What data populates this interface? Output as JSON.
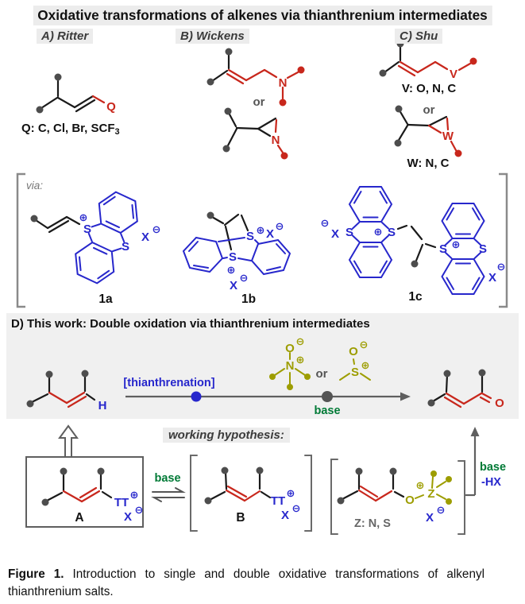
{
  "figure": {
    "title": "Oxidative transformations of alkenes via thianthrenium intermediates",
    "caption_label": "Figure 1.",
    "caption_text": " Introduction to single and double oxidative transformations of alkenyl thianthrenium salts."
  },
  "panels": {
    "a_label": "A) Ritter",
    "b_label": "B) Wickens",
    "c_label": "C) Shu",
    "d_header": "D) This work: Double oxidation via thianthrenium intermediates",
    "via_label": "via:",
    "hypothesis_label": "working hypothesis:"
  },
  "legends": {
    "q_main": "Q: C, Cl, Br, SCF",
    "q_sub": "3",
    "v": "V: O, N, C",
    "w": "W: N, C",
    "z": "Z: N, S"
  },
  "labels": {
    "or": "or",
    "base": "base",
    "minus_hx": "-HX",
    "thianthrenation": "[thianthrenation]",
    "tt": "TT",
    "plus": "⊕",
    "minus": "⊖"
  },
  "atoms": {
    "q": "Q",
    "n": "N",
    "v": "V",
    "w": "W",
    "s": "S",
    "x": "X",
    "o": "O",
    "h": "H",
    "z": "Z"
  },
  "compounds": {
    "c1a": "1a",
    "c1b": "1b",
    "c1c": "1c",
    "a": "A",
    "b": "B"
  },
  "colors": {
    "carbon_black": "#1a1a1a",
    "substituent_red": "#c8271c",
    "thianthrene_blue": "#2727cc",
    "oxidant_olive": "#9d9d00",
    "base_green": "#007a36",
    "dot_gray": "#4d4d4d",
    "panel_gray": "#f0f0f0",
    "highlight_gray": "#ececec"
  }
}
